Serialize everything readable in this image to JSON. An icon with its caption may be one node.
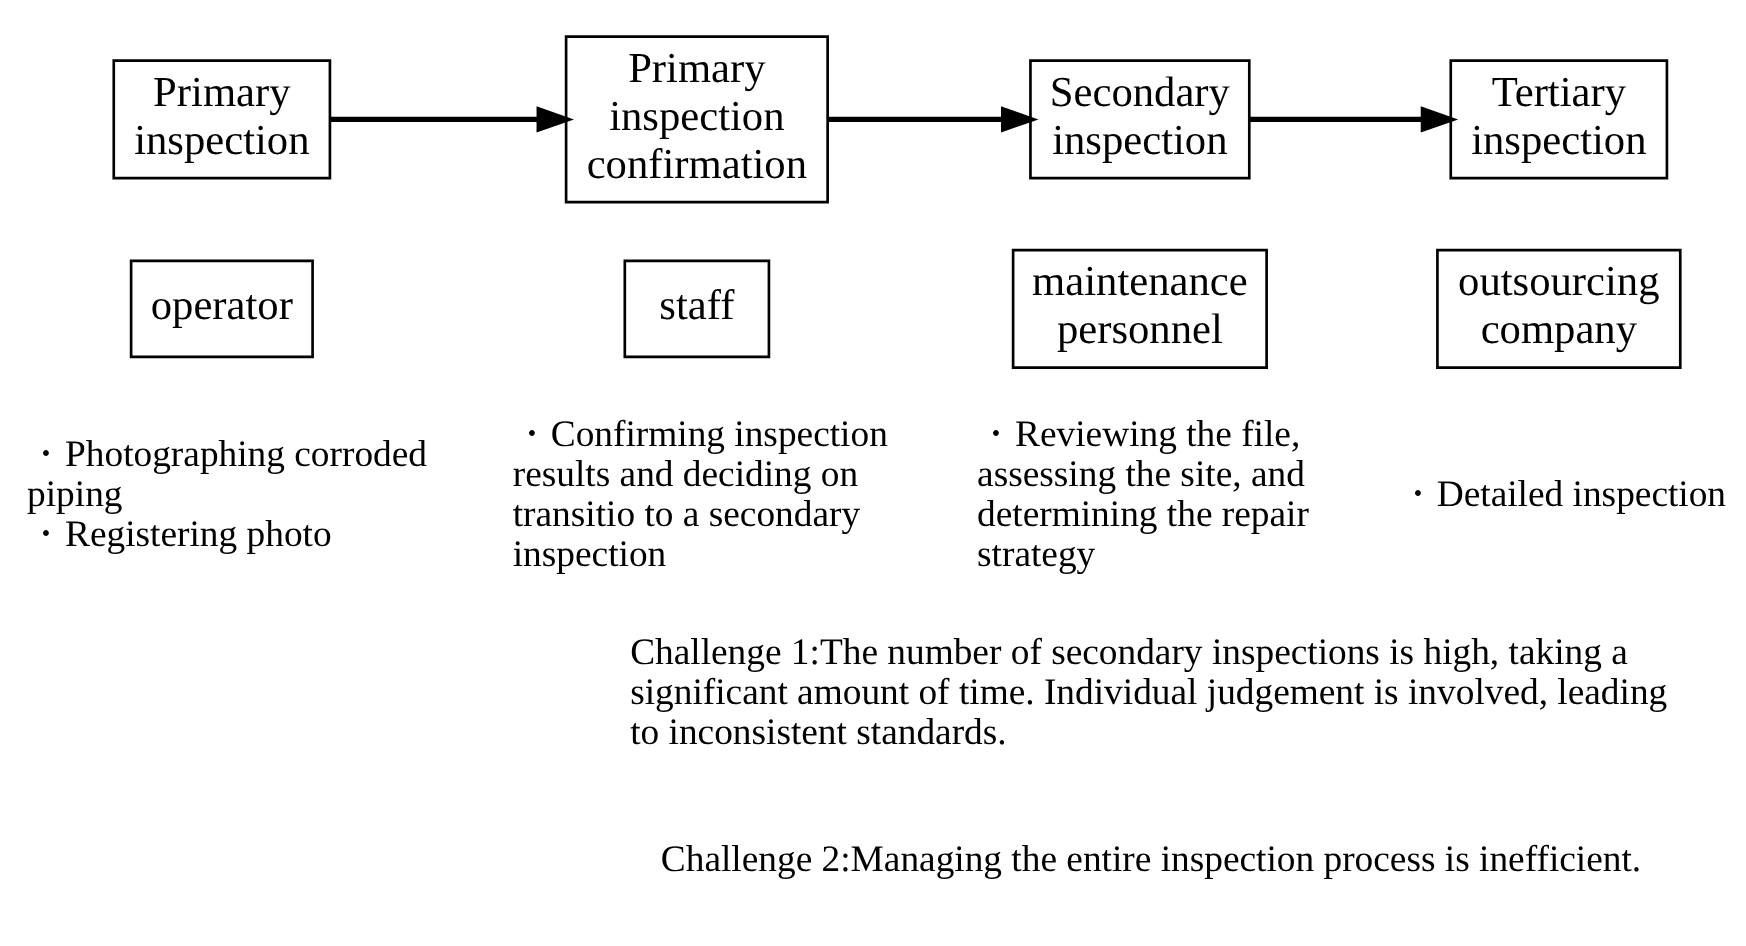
{
  "diagram": {
    "nodes": [
      {
        "text": [
          "Primary inspection"
        ]
      },
      {
        "text": [
          "operator"
        ],
        "beside": [
          "・Photographing corroded piping",
          "・Registering photo"
        ]
      },
      {
        "text": [
          "Primary inspection confirmation"
        ]
      },
      {
        "text": [
          "staff"
        ],
        "beside": [
          "・Confirming inspection results and deciding on transitio to a secondary inspection"
        ]
      },
      {
        "text": [
          "Secondary inspection"
        ]
      },
      {
        "text": [
          "maintenance personnel"
        ],
        "beside": [
          "・Reviewing the file, assessing the site, and determining the repair strategy"
        ]
      },
      {
        "text": [
          "Tertiary inspection"
        ]
      },
      {
        "text": [
          "outsourcing company"
        ],
        "beside": [
          "・Detailed inspection"
        ]
      }
    ],
    "edges": [
      {
        "from": 0,
        "to": 2,
        "arrow": "to"
      },
      {
        "from": 2,
        "to": 4,
        "arrow": "to"
      },
      {
        "from": 4,
        "to": 6,
        "arrow": "to"
      }
    ],
    "labels": [
      "Challenge 1:The number of secondary inspections is high, taking a significant amount of time. Individual judgement is involved, leading to inconsistent standards.",
      "Challenge 2:Managing the entire inspection process is inefficient."
    ]
  }
}
